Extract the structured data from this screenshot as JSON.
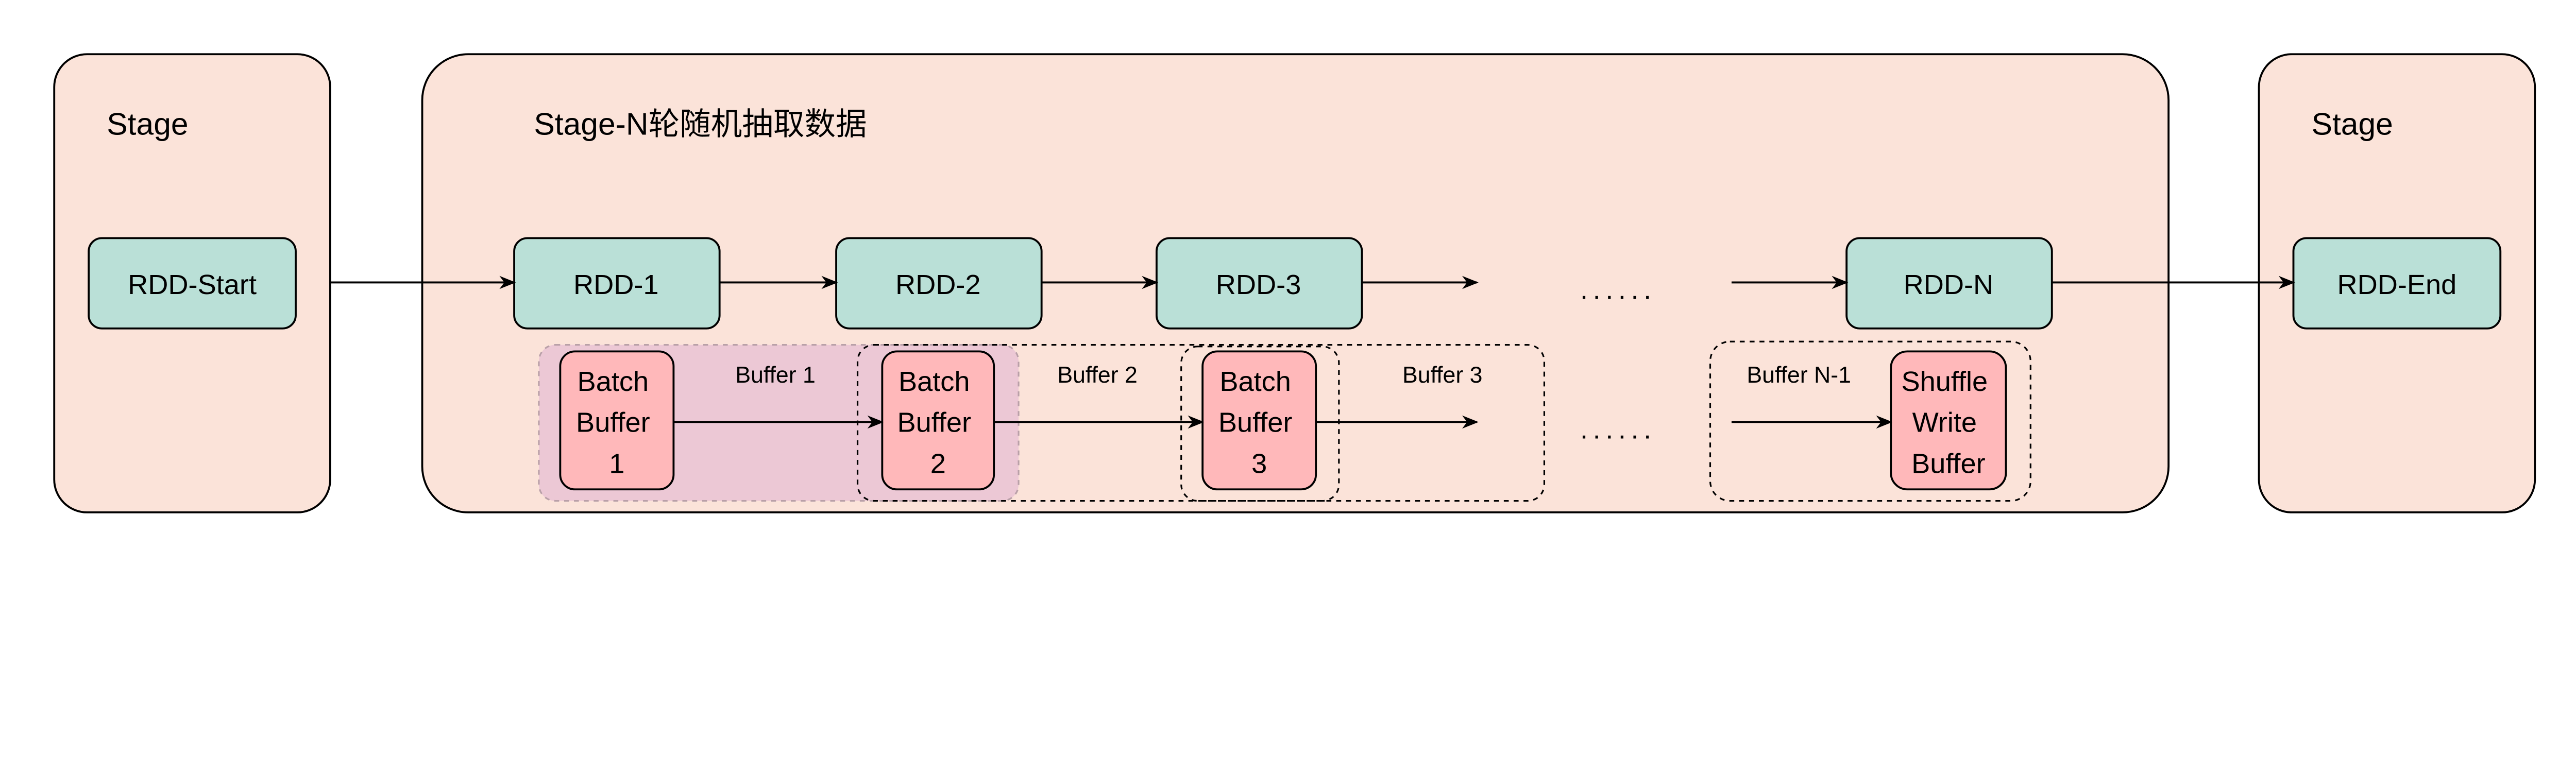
{
  "colors": {
    "stage_fill": "#fbe3d9",
    "rdd_fill": "#bae0d7",
    "batch_fill": "#ffb8ba",
    "buffer1_fill": "#ecc8d5",
    "stroke": "#000000"
  },
  "stages": {
    "left": {
      "label": "Stage"
    },
    "middle": {
      "label": "Stage-N轮随机抽取数据"
    },
    "right": {
      "label": "Stage"
    }
  },
  "rdds": {
    "start": "RDD-Start",
    "r1": "RDD-1",
    "r2": "RDD-2",
    "r3": "RDD-3",
    "rn": "RDD-N",
    "end": "RDD-End"
  },
  "ellipsis": "......",
  "buffers": {
    "b1": "Buffer 1",
    "b2": "Buffer 2",
    "b3": "Buffer 3",
    "bn1": "Buffer N-1"
  },
  "batch": {
    "b1": [
      "Batch",
      "Buffer",
      "1"
    ],
    "b2": [
      "Batch",
      "Buffer",
      "2"
    ],
    "b3": [
      "Batch",
      "Buffer",
      "3"
    ],
    "shuffle": [
      "Shuffle",
      "Write",
      "Buffer"
    ]
  }
}
